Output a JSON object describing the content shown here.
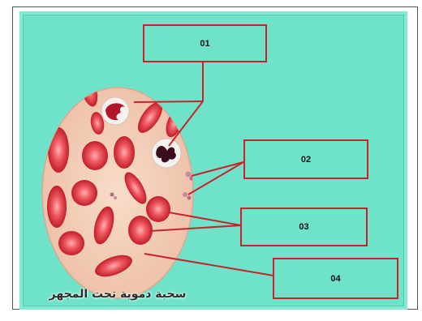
{
  "labels": {
    "l1": "01",
    "l2": "02",
    "l3": "03",
    "l4": "04"
  },
  "caption": "سحبة دموية تحت المجهر",
  "colors": {
    "background": "#6fe3c9",
    "box_border": "#c8232c",
    "cell_fill": "#e33b45",
    "cell_center": "#ff9aa0",
    "plasma": "#f5d3bf",
    "leader_line": "#c8232c"
  },
  "icons": [
    "blood-smear-circle",
    "red-blood-cell",
    "white-blood-cell",
    "platelet"
  ]
}
